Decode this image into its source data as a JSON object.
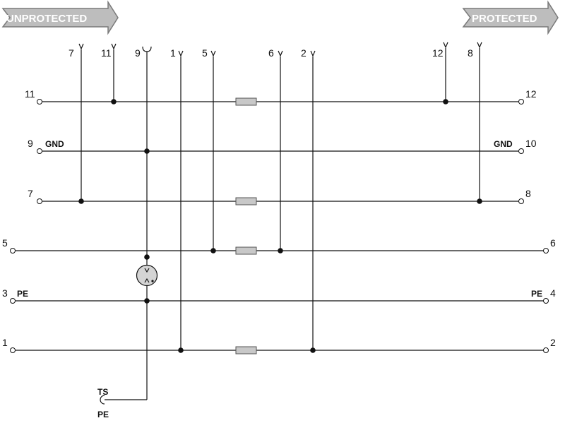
{
  "banners": {
    "left": "UNPROTECTED",
    "right": "PROTECTED",
    "fill_color": "#bdbdbd",
    "edge_color": "#7a7a7a"
  },
  "top_pins": {
    "p7": "7",
    "p11": "11",
    "p9": "9",
    "p1": "1",
    "p5": "5",
    "p6": "6",
    "p2": "2",
    "p12": "12",
    "p8": "8"
  },
  "left_terminals": {
    "t11": "11",
    "t9": "9",
    "t7": "7",
    "t5": "5",
    "t3": "3",
    "t1": "1"
  },
  "right_terminals": {
    "t12": "12",
    "t10": "10",
    "t8": "8",
    "t6": "6",
    "t4": "4",
    "t2": "2"
  },
  "signal_labels": {
    "gnd_left": "GND",
    "gnd_right": "GND",
    "pe_left": "PE",
    "pe_right": "PE",
    "ts": "TS",
    "pe_bottom": "PE"
  },
  "colors": {
    "wire": "#111111",
    "resistor_fill": "#c8c8c8",
    "surge_arrester_fill": "#d4d4d4"
  }
}
